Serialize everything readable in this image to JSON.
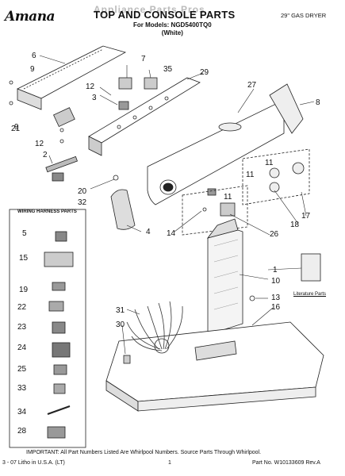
{
  "header": {
    "brand": "Amana",
    "title": "TOP AND CONSOLE PARTS",
    "models_line": "For Models: NGD5400TQ0",
    "color_line": "(White)",
    "dryer_type": "29\" GAS DRYER",
    "watermark": "Appliance Parts Pros"
  },
  "harness_box": {
    "title": "WIRING HARNESS PARTS"
  },
  "literature_label": "Literature Parts",
  "callouts": [
    "6",
    "9",
    "9",
    "7",
    "35",
    "29",
    "27",
    "8",
    "12",
    "3",
    "21",
    "12",
    "2",
    "20",
    "32",
    "4",
    "14",
    "11",
    "11",
    "11",
    "18",
    "26",
    "17",
    "1",
    "10",
    "13",
    "16",
    "31",
    "30",
    "5",
    "15",
    "19",
    "22",
    "23",
    "24",
    "25",
    "33",
    "34",
    "28"
  ],
  "footer": {
    "important": "IMPORTANT: All Part Numbers Listed Are Whirlpool Numbers. Source Parts Through Whirlpool.",
    "litho": "3 - 07 Litho in U.S.A. (LT)",
    "page": "1",
    "part_no": "Part No. W10133609 Rev.A"
  }
}
